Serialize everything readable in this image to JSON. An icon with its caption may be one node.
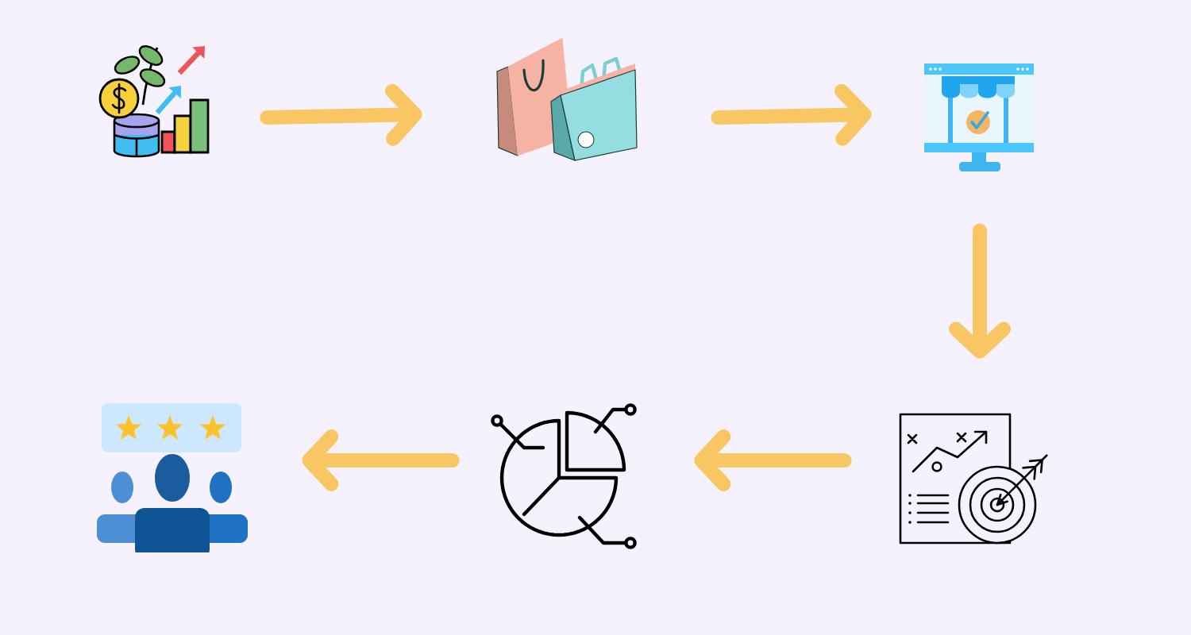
{
  "diagram": {
    "nodes": [
      {
        "text": [],
        "shape": "picture"
      },
      {
        "text": [],
        "shape": "picture"
      },
      {
        "text": [],
        "shape": "picture"
      },
      {
        "text": [],
        "shape": "picture"
      },
      {
        "text": [],
        "shape": "picture"
      },
      {
        "text": [],
        "shape": "picture"
      }
    ],
    "edges": [
      {
        "from": 0,
        "to": 1,
        "arrow": "to"
      },
      {
        "from": 1,
        "to": 2,
        "arrow": "to"
      },
      {
        "from": 2,
        "to": 3,
        "arrow": "to"
      },
      {
        "from": 3,
        "to": 4,
        "arrow": "to"
      },
      {
        "from": 4,
        "to": 5,
        "arrow": "to"
      }
    ]
  }
}
